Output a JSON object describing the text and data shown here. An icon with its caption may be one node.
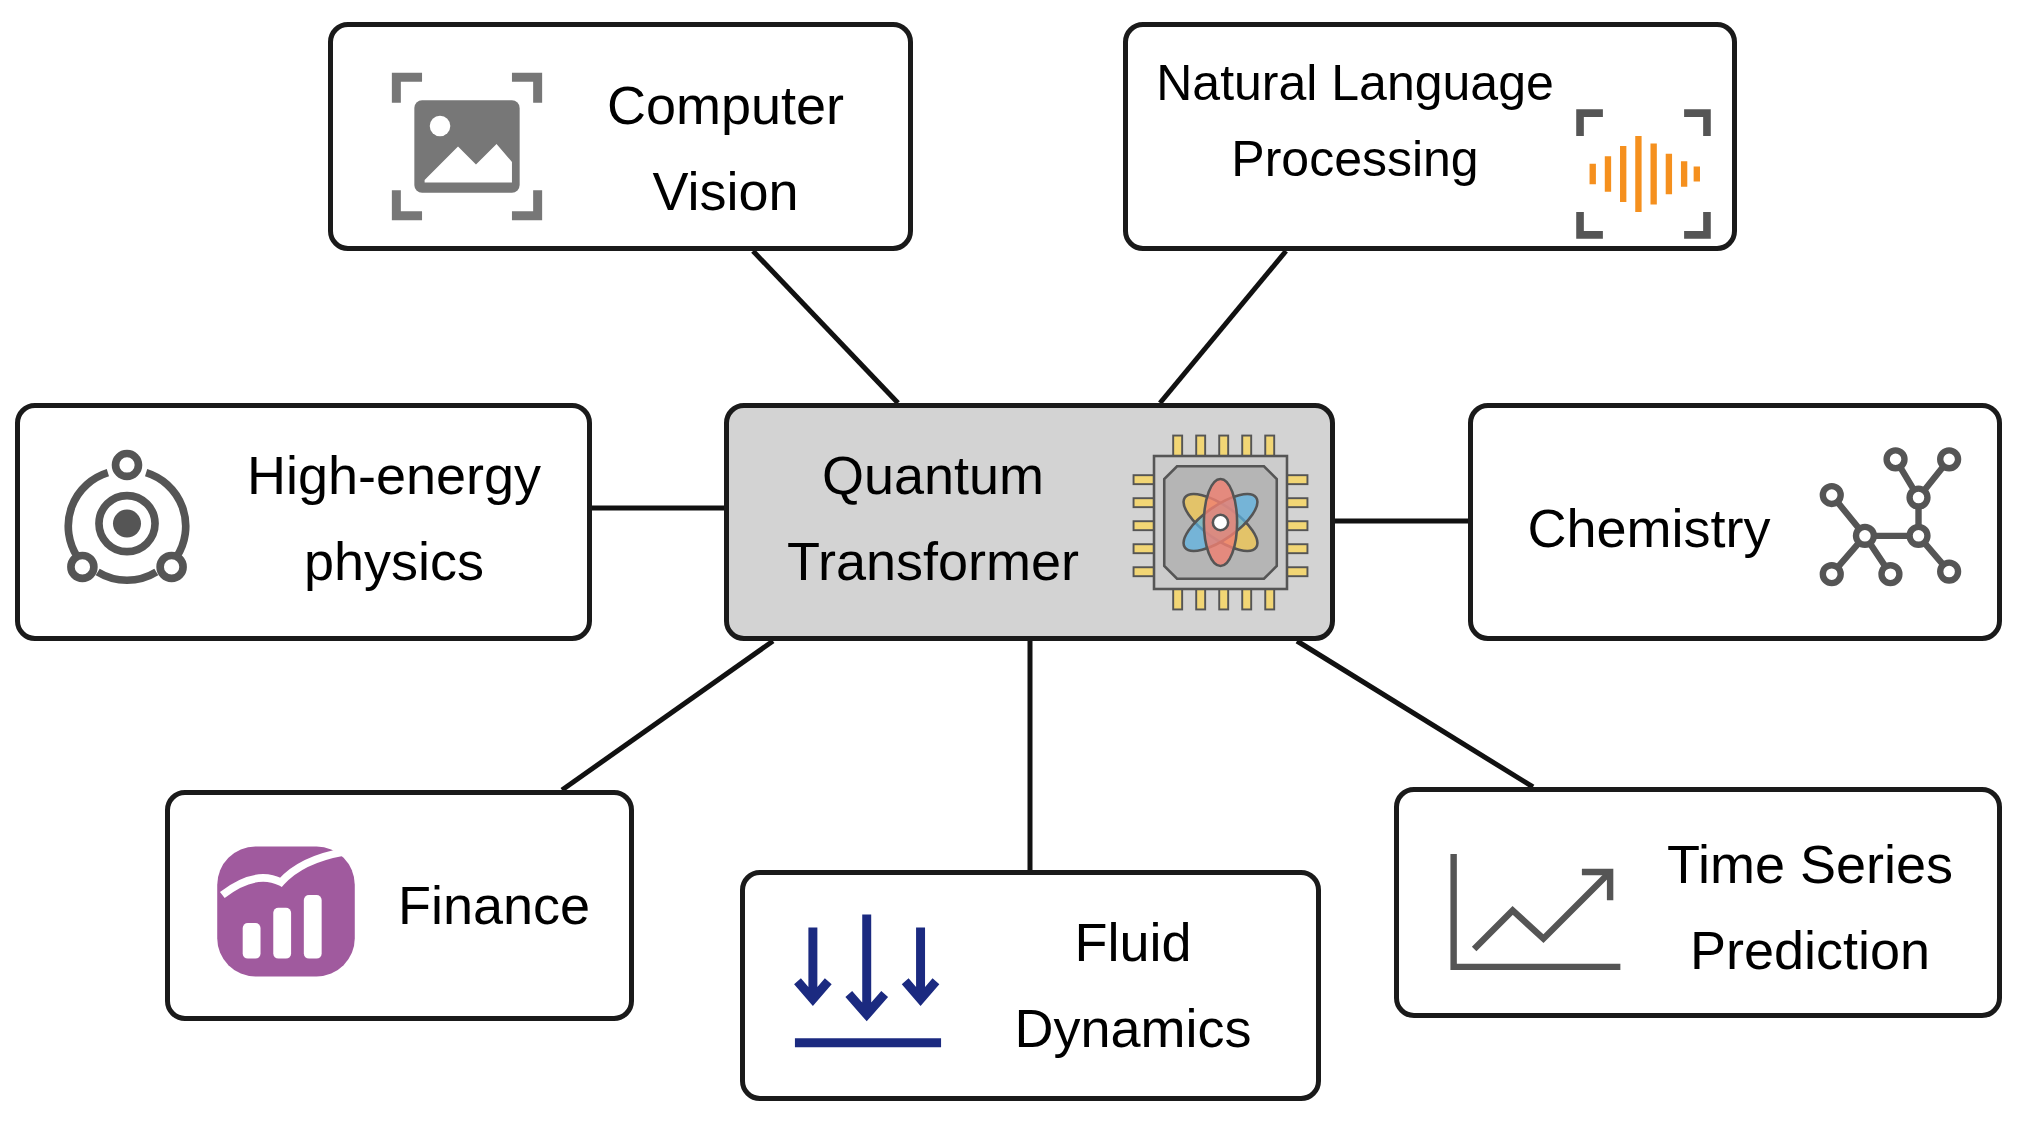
{
  "diagram": {
    "nodes": [
      {
        "text": [
          "Computer Vision"
        ]
      },
      {
        "text": [
          "Natural Language Processing"
        ]
      },
      {
        "text": [
          "High-energy physics"
        ]
      },
      {
        "text": [
          "Quantum Transformer"
        ]
      },
      {
        "text": [
          "Chemistry"
        ]
      },
      {
        "text": [
          "Finance"
        ]
      },
      {
        "text": [
          "Fluid Dynamics"
        ]
      },
      {
        "text": [
          "Time Series Prediction"
        ]
      }
    ],
    "edges": [
      {
        "from": 3,
        "to": 0,
        "arrow": "none"
      },
      {
        "from": 3,
        "to": 1,
        "arrow": "none"
      },
      {
        "from": 3,
        "to": 2,
        "arrow": "none"
      },
      {
        "from": 3,
        "to": 4,
        "arrow": "none"
      },
      {
        "from": 3,
        "to": 5,
        "arrow": "none"
      },
      {
        "from": 3,
        "to": 6,
        "arrow": "none"
      },
      {
        "from": 3,
        "to": 7,
        "arrow": "none"
      }
    ]
  }
}
